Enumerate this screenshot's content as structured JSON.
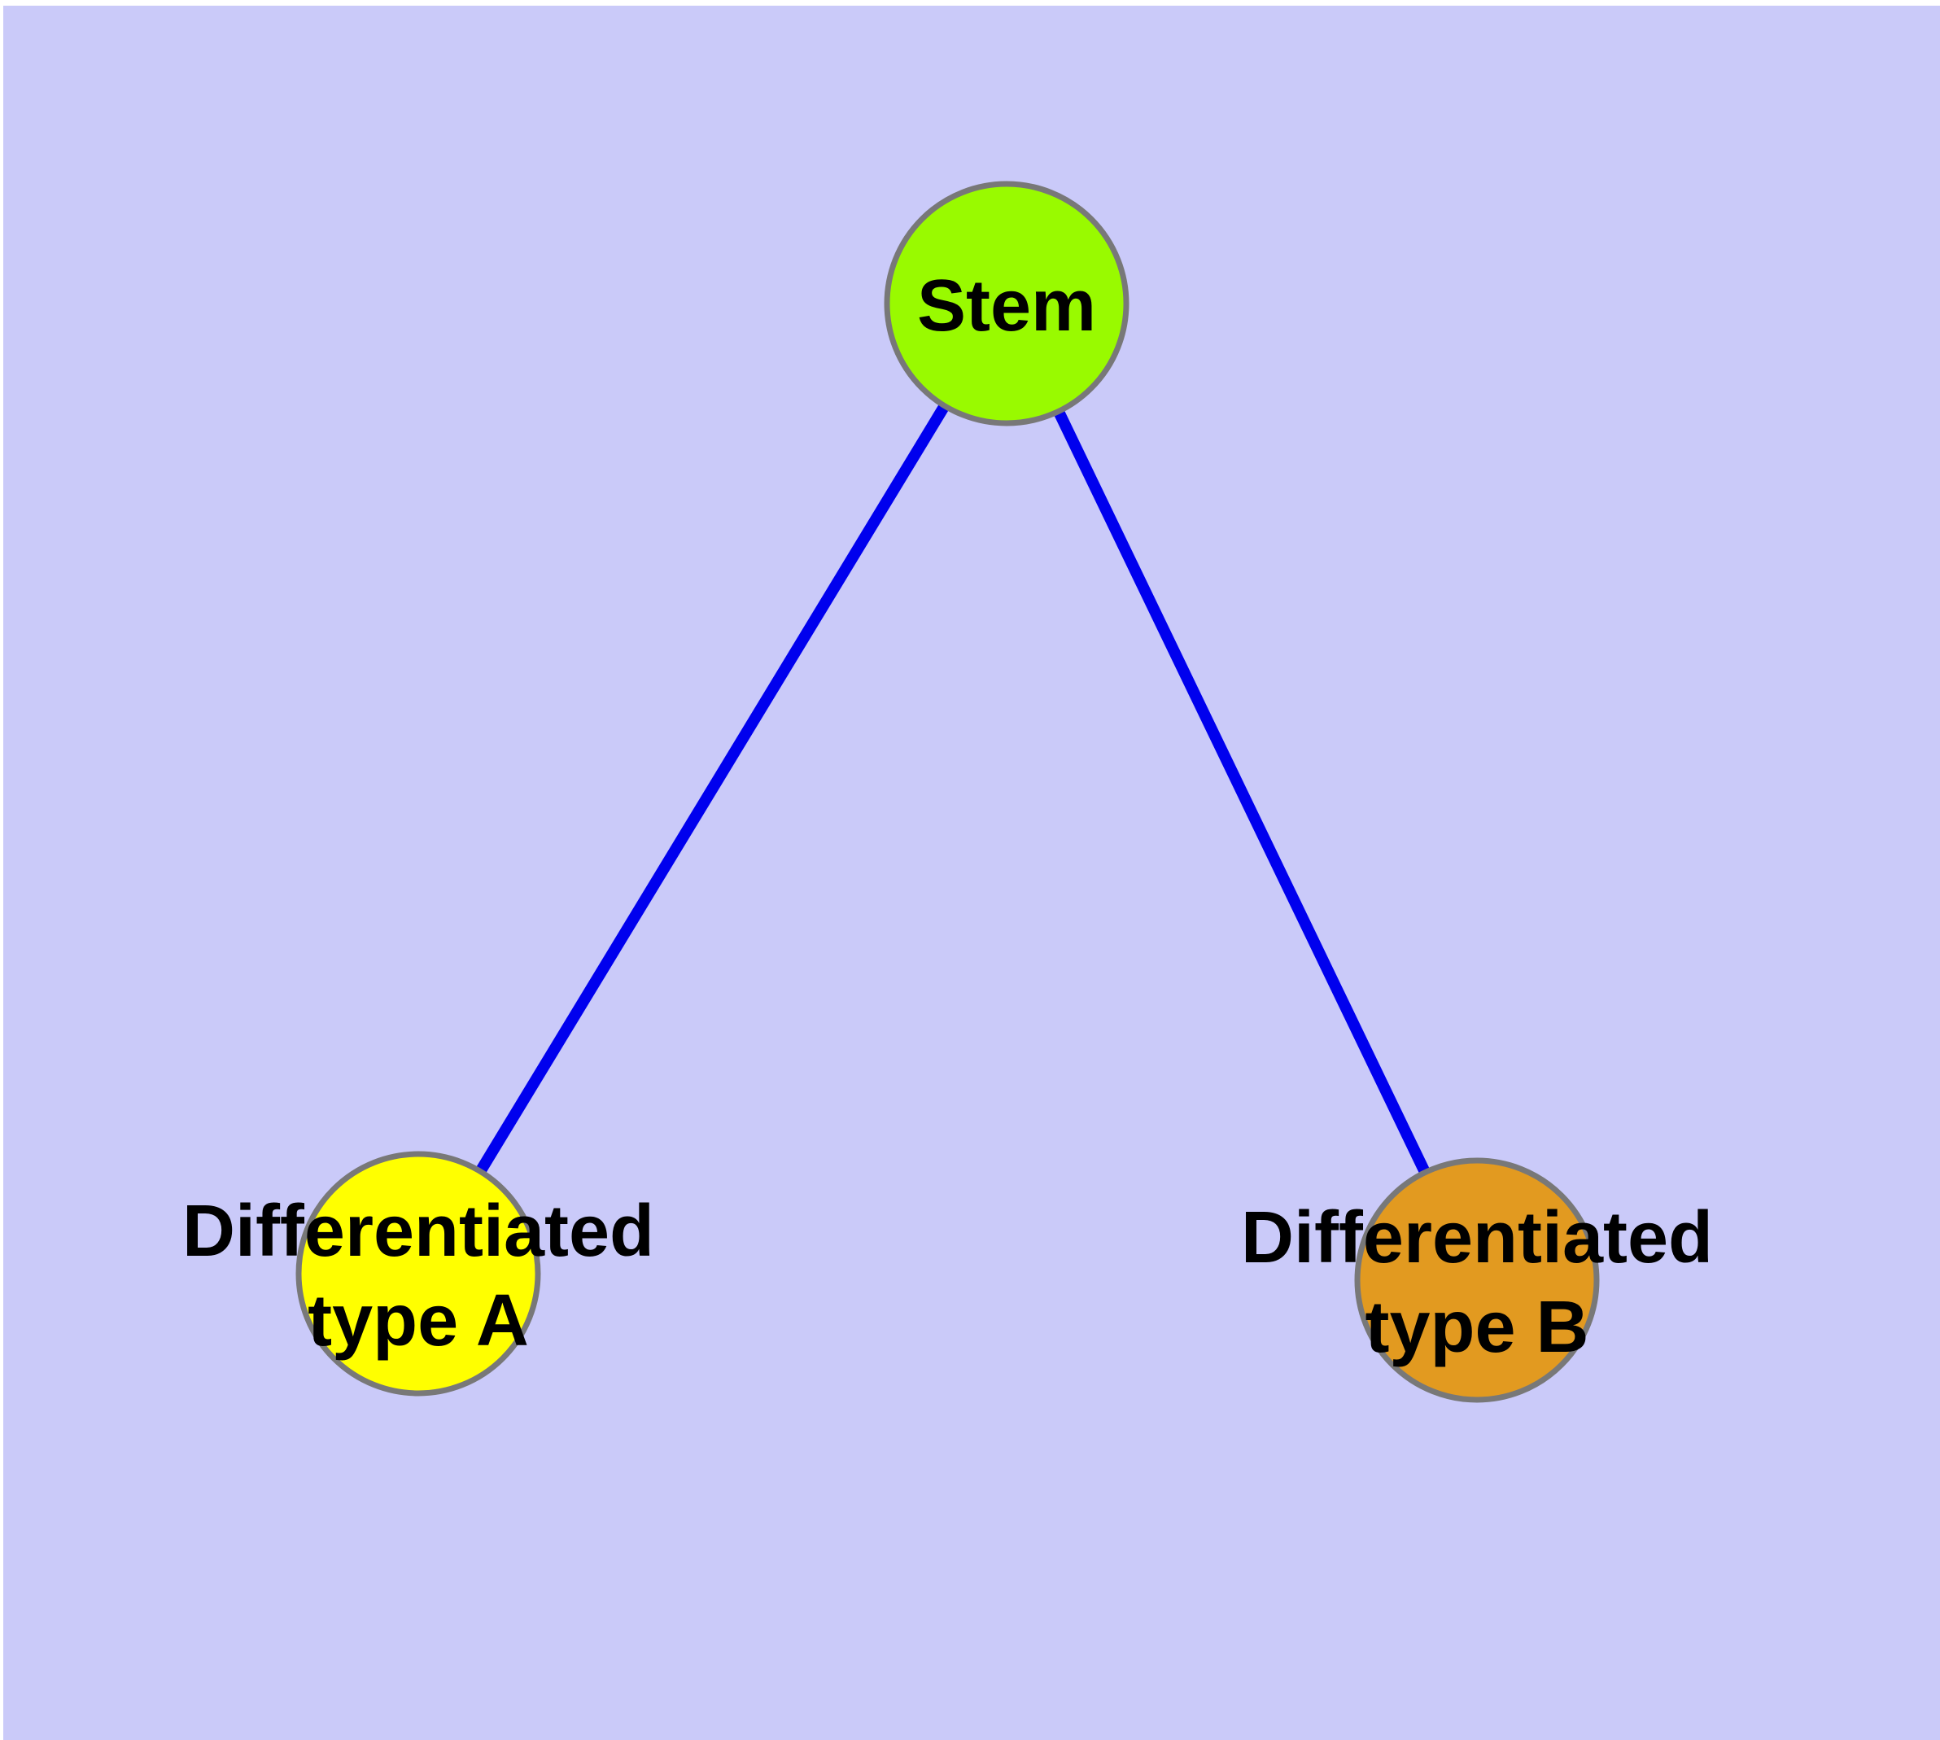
{
  "figure": {
    "background_color": "#cacaf9",
    "frame_color": "#ffffff",
    "node_border_color": "#787878",
    "edge_color": "#0000ee",
    "label_color": "#000000",
    "nodes": [
      {
        "id": "stem",
        "label": "Stem",
        "lines": [
          "Stem"
        ],
        "color": "#99fa00"
      },
      {
        "id": "differentiated-type-a",
        "label": "Differentiated type A",
        "lines": [
          "Differentiated",
          "type A"
        ],
        "color": "#ffff00"
      },
      {
        "id": "differentiated-type-b",
        "label": "Differentiated type B",
        "lines": [
          "Differentiated",
          "type B"
        ],
        "color": "#e29a20"
      }
    ],
    "edges": [
      {
        "from": "stem",
        "to": "differentiated-type-a"
      },
      {
        "from": "stem",
        "to": "differentiated-type-b"
      }
    ]
  }
}
